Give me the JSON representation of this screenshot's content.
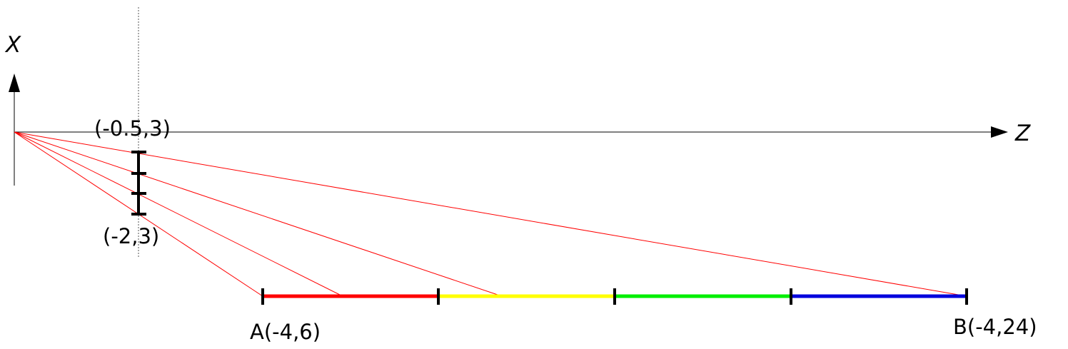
{
  "axes": {
    "vertical_label": "X",
    "horizontal_label": "Z"
  },
  "labels": {
    "top_point": "(-0.5,3)",
    "bottom_point": "(-2,3)",
    "point_a": "A(-4,6)",
    "point_b": "B(-4,24)"
  },
  "segments": [
    {
      "color": "#ff0000"
    },
    {
      "color": "#ffff00"
    },
    {
      "color": "#00ee00"
    },
    {
      "color": "#0000dd"
    }
  ],
  "ray_color": "#ff0000"
}
